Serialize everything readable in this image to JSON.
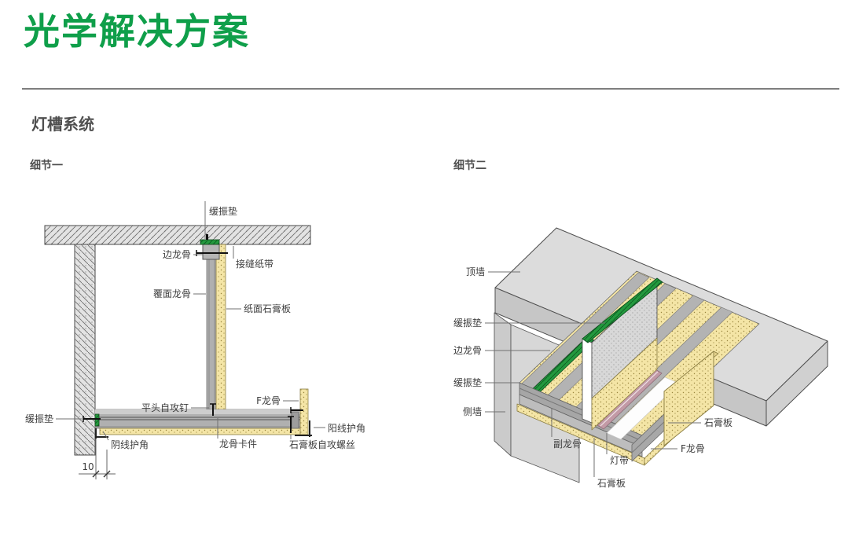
{
  "page": {
    "title": "光学解决方案",
    "section": "灯槽系统"
  },
  "detail1": {
    "heading": "细节一",
    "labels": {
      "damper_top": "缓振垫",
      "edge_keel": "边龙骨",
      "joint_tape": "接缝纸带",
      "furring_keel": "覆面龙骨",
      "paper_gypsum": "纸面石膏板",
      "flathead_screw": "平头自攻钉",
      "f_keel": "F龙骨",
      "damper_left": "缓振垫",
      "inner_corner_bead": "阴线护角",
      "keel_clip": "龙骨卡件",
      "outer_corner_bead": "阳线护角",
      "gypsum_screw": "石膏板自攻螺丝",
      "dimension_10": "10"
    }
  },
  "detail2": {
    "heading": "细节二",
    "labels": {
      "top_wall": "顶墙",
      "damper_upper": "缓振垫",
      "edge_keel": "边龙骨",
      "damper_lower": "缓振垫",
      "side_wall": "侧墙",
      "secondary_keel": "副龙骨",
      "light_strip": "灯带",
      "gypsum_bottom": "石膏板",
      "gypsum_right": "石膏板",
      "f_keel": "F龙骨"
    }
  },
  "colors": {
    "accent_green": "#0f9f4a",
    "damper_pad_green": "#23993e",
    "gypsum_yellow": "#f4e5a6",
    "keel_gray": "#b0b0b0",
    "concrete_gray": "#dcdcdc",
    "light_strip_pink": "#c29aa6",
    "heading_gray": "#4f4f4f"
  }
}
